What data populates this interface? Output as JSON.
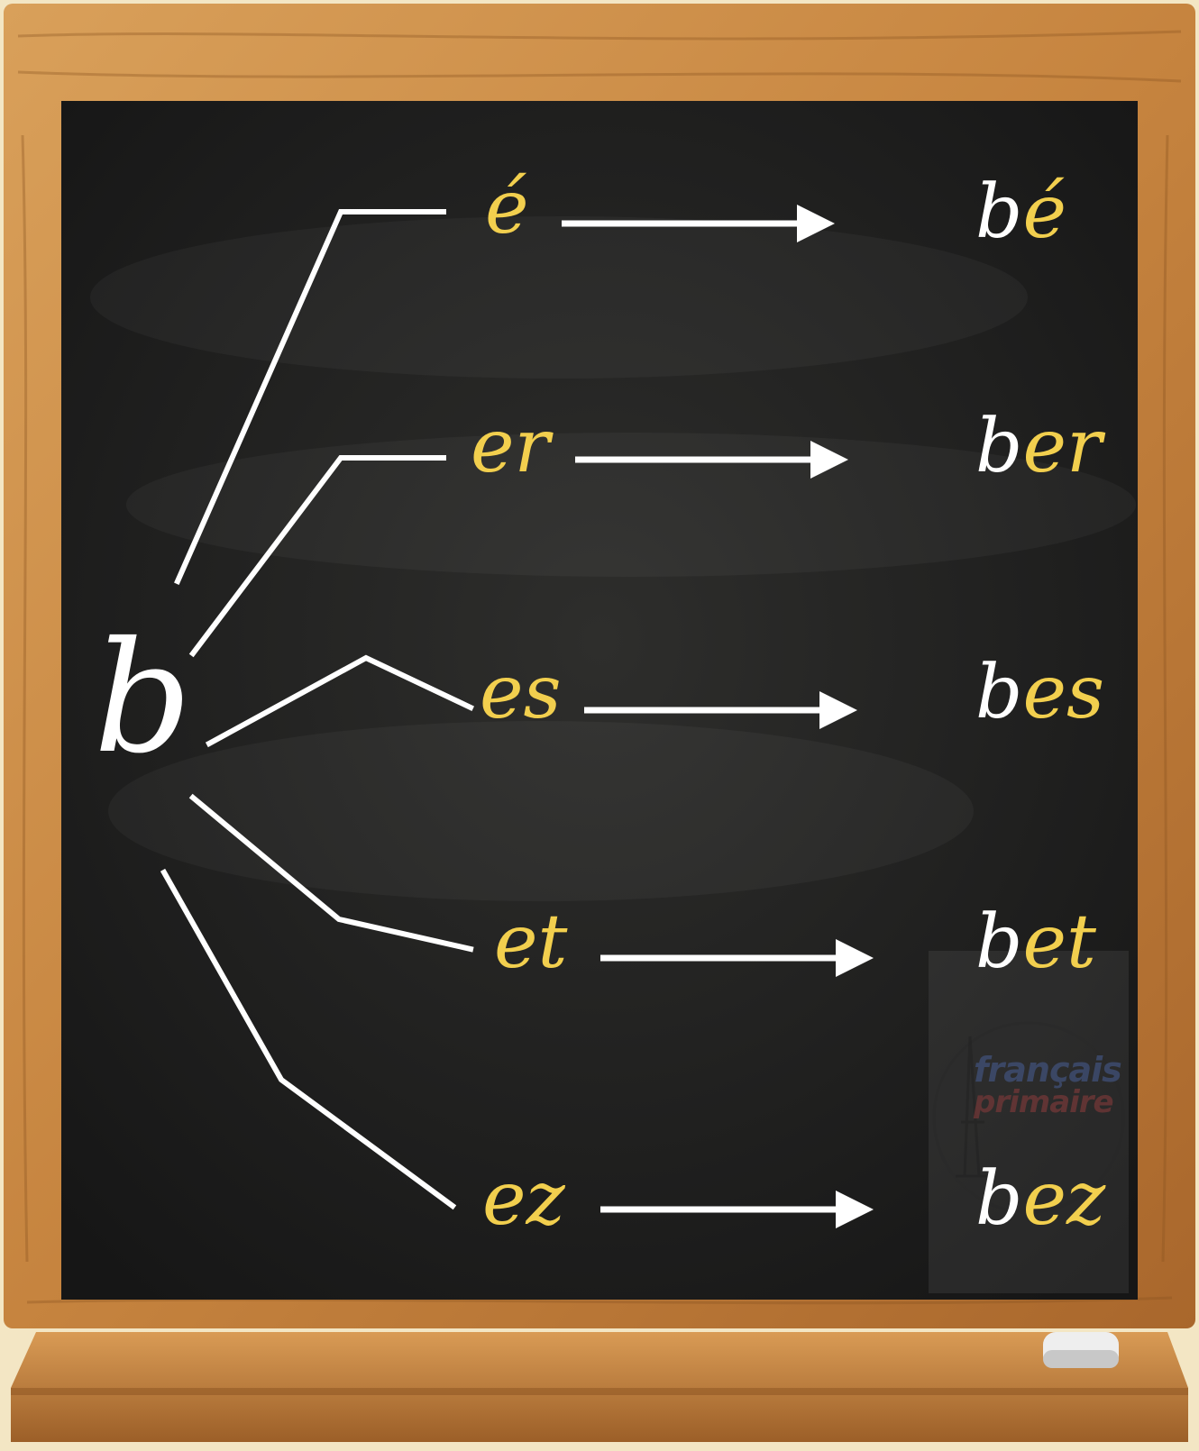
{
  "colors": {
    "chalk_white": "#ffffff",
    "chalk_yellow": "#f2cf4e",
    "board": "#1c1c1c",
    "frame_wood": "#c98a45"
  },
  "board": {
    "base_letter": "b",
    "rows": [
      {
        "suffix": "é",
        "result_base": "b",
        "result_suffix": "é"
      },
      {
        "suffix": "er",
        "result_base": "b",
        "result_suffix": "er"
      },
      {
        "suffix": "es",
        "result_base": "b",
        "result_suffix": "es"
      },
      {
        "suffix": "et",
        "result_base": "b",
        "result_suffix": "et"
      },
      {
        "suffix": "ez",
        "result_base": "b",
        "result_suffix": "ez"
      }
    ]
  },
  "watermark": {
    "line1": "français",
    "line2": "primaire"
  },
  "icons": [
    "chalk-piece-icon",
    "eiffel-tower-icon"
  ]
}
